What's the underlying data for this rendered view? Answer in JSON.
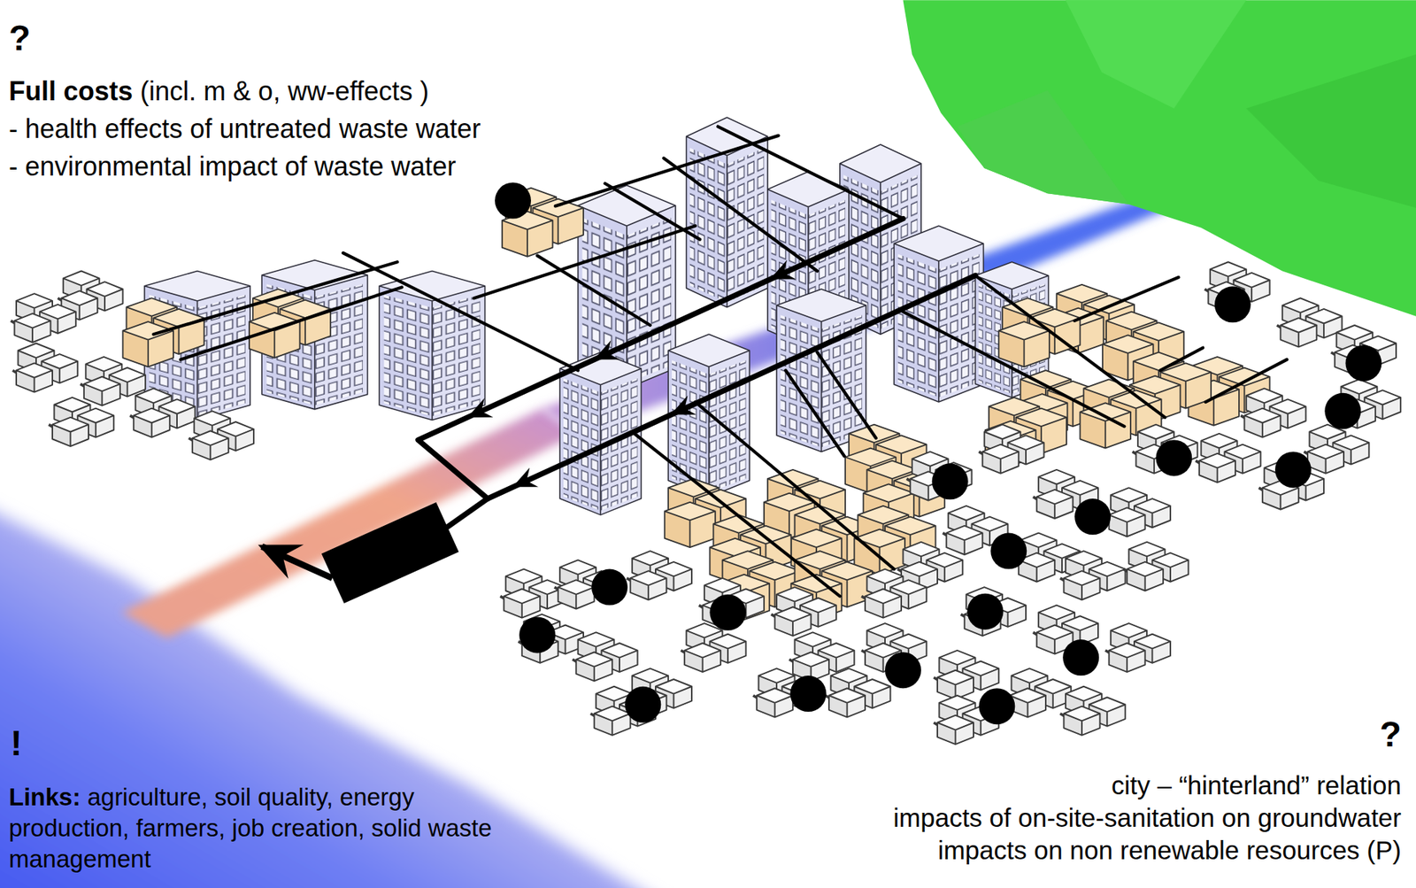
{
  "diagram": {
    "labels": [
      "?",
      "Full costs",
      "(incl. m & o, ww-effects )",
      "- health effects of untreated waste water",
      "- environmental impact of waste water",
      "!",
      "Links:",
      "agriculture, soil quality, energy production, farmers, job creation, solid waste management",
      "?",
      "city – “hinterland” relation",
      "impacts of on-site-sanitation on groundwater",
      "impacts on non renewable resources (P)"
    ]
  }
}
